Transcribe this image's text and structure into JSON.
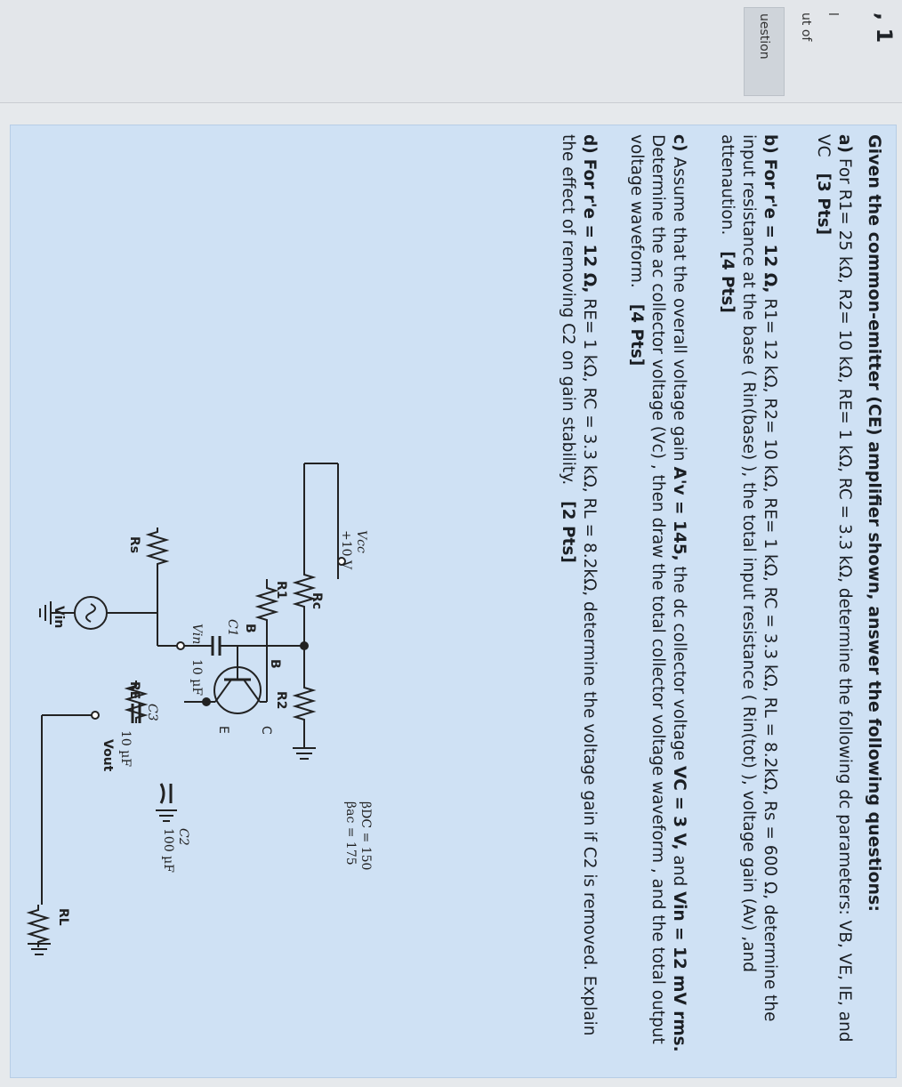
{
  "sidebar": {
    "question_no": "1",
    "status": "l",
    "marks_text": "ut of",
    "flag_label": "uestion"
  },
  "question": {
    "intro": "Given the common-emitter (CE) amplifier shown, answer the following questions:",
    "part_a_label": "a)",
    "part_a_text": "For R1= 25 kΩ, R2= 10 kΩ, RE= 1 kΩ, RC = 3.3 kΩ, determine the following dc parameters: VB, VE, IE, and VC",
    "part_a_marks": "[3 Pts]",
    "part_b_label": "b)",
    "part_b_bold": "For r'e = 12 Ω,",
    "part_b_text": "R1= 12 kΩ, R2= 10 kΩ, RE= 1 kΩ, RC = 3.3 kΩ, RL = 8.2kΩ, Rs = 600 Ω, determine the input resistance at the base ( Rin(base) ), the total input resistance ( Rin(tot) ), voltage gain (Av) ,and attenaution.",
    "part_b_marks": "[4 Pts]",
    "part_c_label": "c)",
    "part_c_text1": "Assume that the overall voltage gain",
    "part_c_bold1": "A'v = 145,",
    "part_c_text2": "the dc collector voltage",
    "part_c_bold2": "VC = 3 V,",
    "part_c_text3": "and",
    "part_c_bold3": "Vin = 12 mV rms.",
    "part_c_text4": "Determine the ac collector voltage (Vc) , then draw the total collector voltage waveform , and the total output voltage waveform.",
    "part_c_marks": "[4 Pts]",
    "part_d_label": "d)",
    "part_d_bold": "For r'e = 12 Ω,",
    "part_d_text": "RE= 1 kΩ, RC = 3.3 kΩ, RL = 8.2kΩ, determine the voltage gain if C2 is removed. Explain the effect of removing C2 on gain stability.",
    "part_d_marks": "[2 Pts]"
  },
  "circuit": {
    "vcc_label": "Vcc",
    "vcc_value": "+10 V",
    "beta_dc": "βDC = 150",
    "beta_ac": "βac = 175",
    "r1": "R1",
    "r2": "R2",
    "rc": "Rc",
    "re": "RE",
    "rl": "RL",
    "rs": "Rs",
    "vin": "Vin",
    "vout": "Vout",
    "vin_node": "Vin",
    "c1": "C1",
    "c1_value": "10 µF",
    "c2": "C2",
    "c2_value": "100 µF",
    "c3": "C3",
    "c3_value": "10 µF",
    "node_b1": "B",
    "node_b2": "B",
    "node_c": "C",
    "node_e": "E"
  }
}
